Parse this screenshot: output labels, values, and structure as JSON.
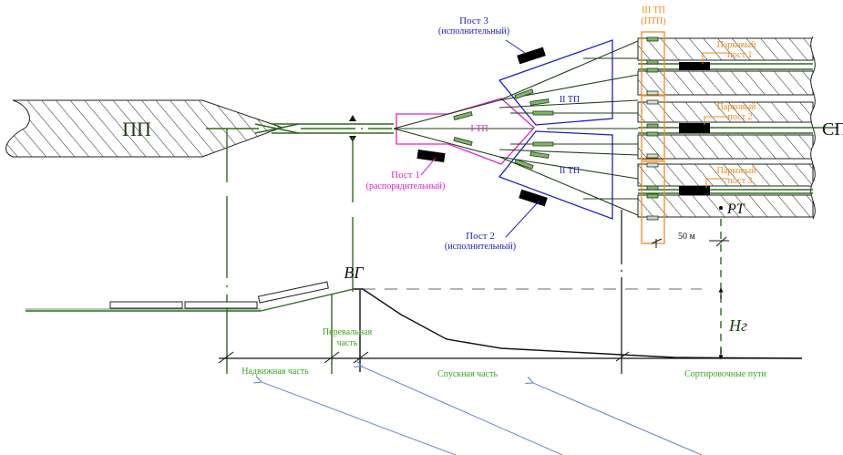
{
  "colors": {
    "track": "#2e6b1f",
    "track_dark": "#1e3e14",
    "post1": "#e020c8",
    "post23": "#2020c0",
    "tpt3": "#f08a1e",
    "park": "#f08a1e",
    "profile_label": "#3aa61c",
    "arrow": "#6f8fc8",
    "black": "#000000",
    "dash": "#888888",
    "hatch_bg": "#ffffff"
  },
  "plan": {
    "receiving_park_label": "ПП",
    "sorting_park_label": "СП",
    "post3": {
      "title": "Пост 3",
      "subtitle": "(исполнительный)"
    },
    "post1": {
      "title": "Пост 1",
      "subtitle": "(распорядительный)"
    },
    "post2": {
      "title": "Пост 2",
      "subtitle": "(исполнительный)"
    },
    "tpt1_label": "I ТП",
    "tpt2_upper_label": "II ТП",
    "tpt2_lower_label": "II ТП",
    "tpt3_label_line1": "III ТП",
    "tpt3_label_line2": "(ПТП)",
    "park_posts": [
      {
        "line1": "Парковый",
        "line2": "пост 1"
      },
      {
        "line1": "Парковый",
        "line2": "пост 2"
      },
      {
        "line1": "Парковый",
        "line2": "пост 3"
      }
    ],
    "design_point_label": "РТ",
    "distance_label": "50 м"
  },
  "profile": {
    "hump_top_label": "ВГ",
    "height_label": "Hг",
    "sections": [
      {
        "label": "Надвижная часть"
      },
      {
        "label_line1": "Перевальная",
        "label_line2": "часть"
      },
      {
        "label": "Спускная часть"
      },
      {
        "label": "Сортировочные пути"
      }
    ]
  }
}
